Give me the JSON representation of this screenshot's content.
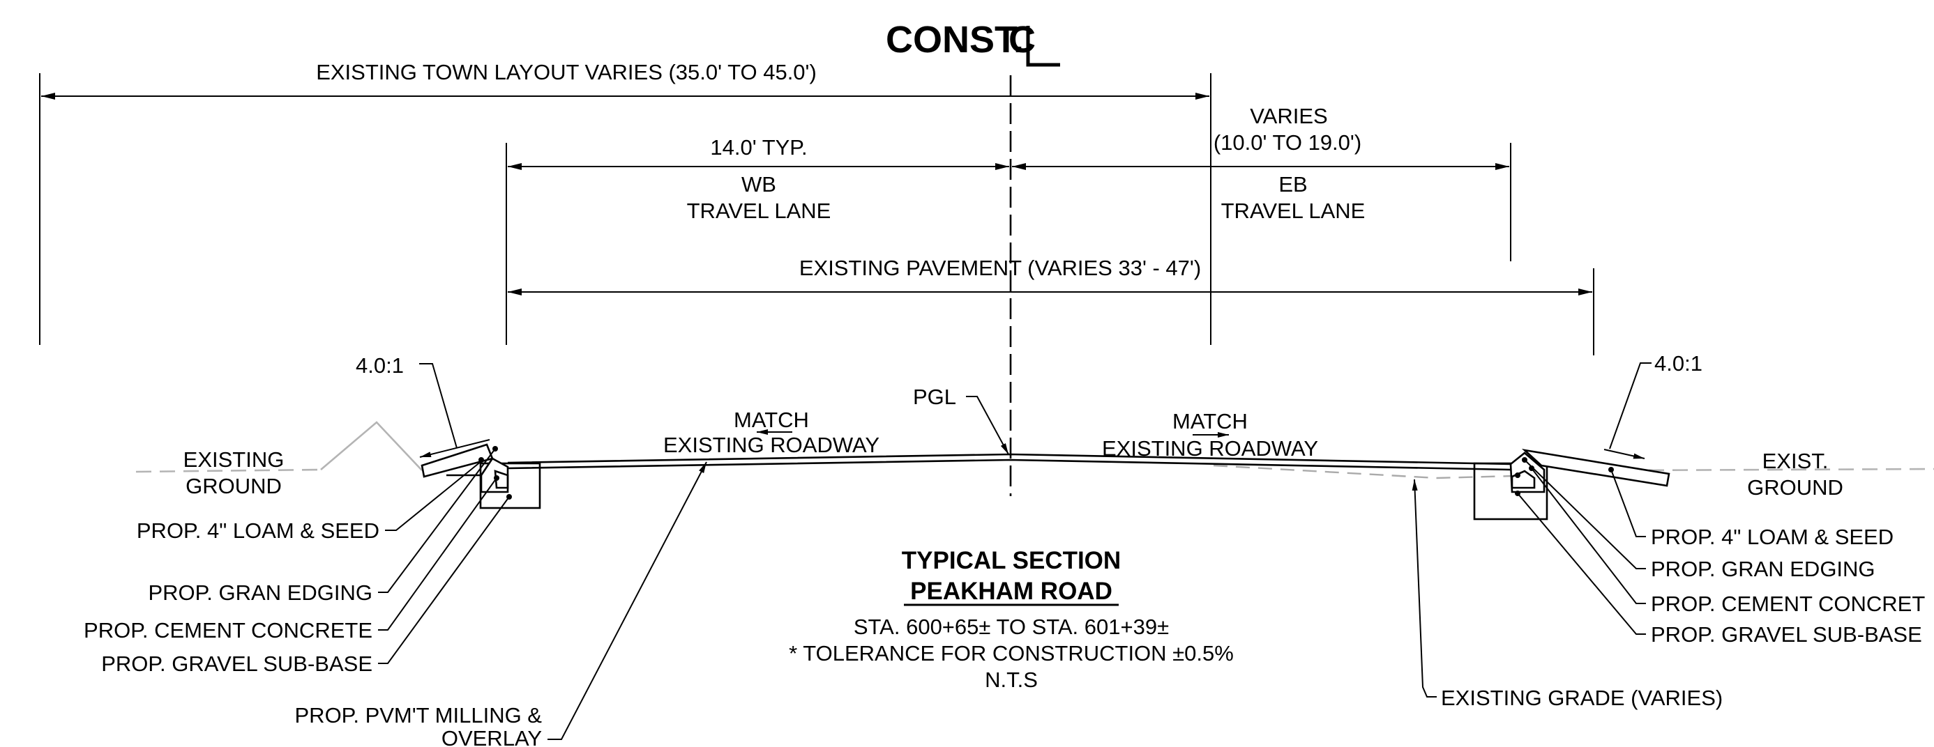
{
  "header": {
    "const_label": "CONST.",
    "cl_symbol": "centerline-symbol"
  },
  "dimensions": {
    "town_layout": "EXISTING TOWN LAYOUT VARIES (35.0' TO 45.0')",
    "varies_line1": "VARIES",
    "varies_line2": "(10.0' TO 19.0')",
    "wb_width": "14.0' TYP.",
    "existing_pavement": "EXISTING PAVEMENT  (VARIES 33' - 47')"
  },
  "lanes": {
    "wb_line1": "WB",
    "wb_line2": "TRAVEL LANE",
    "eb_line1": "EB",
    "eb_line2": "TRAVEL LANE"
  },
  "roadway": {
    "match_left_line1": "MATCH",
    "match_left_line2": "EXISTING ROADWAY",
    "match_right_line1": "MATCH",
    "match_right_line2": "EXISTING ROADWAY",
    "pgl": "PGL",
    "slope_left": "4.0:1",
    "slope_right": "4.0:1"
  },
  "ground": {
    "left_line1": "EXISTING",
    "left_line2": "GROUND",
    "right_line1": "EXIST.",
    "right_line2": "GROUND"
  },
  "callouts_left": {
    "loam": "PROP. 4\" LOAM & SEED",
    "edging": "PROP. GRAN EDGING",
    "concrete": "PROP. CEMENT CONCRETE",
    "gravel": "PROP. GRAVEL SUB-BASE",
    "milling_line1": "PROP. PVM'T MILLING &",
    "milling_line2": "OVERLAY"
  },
  "callouts_right": {
    "loam": "PROP. 4\" LOAM & SEED",
    "edging": "PROP. GRAN EDGING",
    "concrete": "PROP. CEMENT CONCRET",
    "gravel": "PROP. GRAVEL SUB-BASE",
    "grade": "EXISTING GRADE (VARIES)"
  },
  "section": {
    "title": "TYPICAL SECTION",
    "road": "PEAKHAM ROAD",
    "station": "STA. 600+65± TO STA. 601+39±",
    "tolerance": "* TOLERANCE FOR CONSTRUCTION ±0.5%",
    "scale": "N.T.S"
  }
}
